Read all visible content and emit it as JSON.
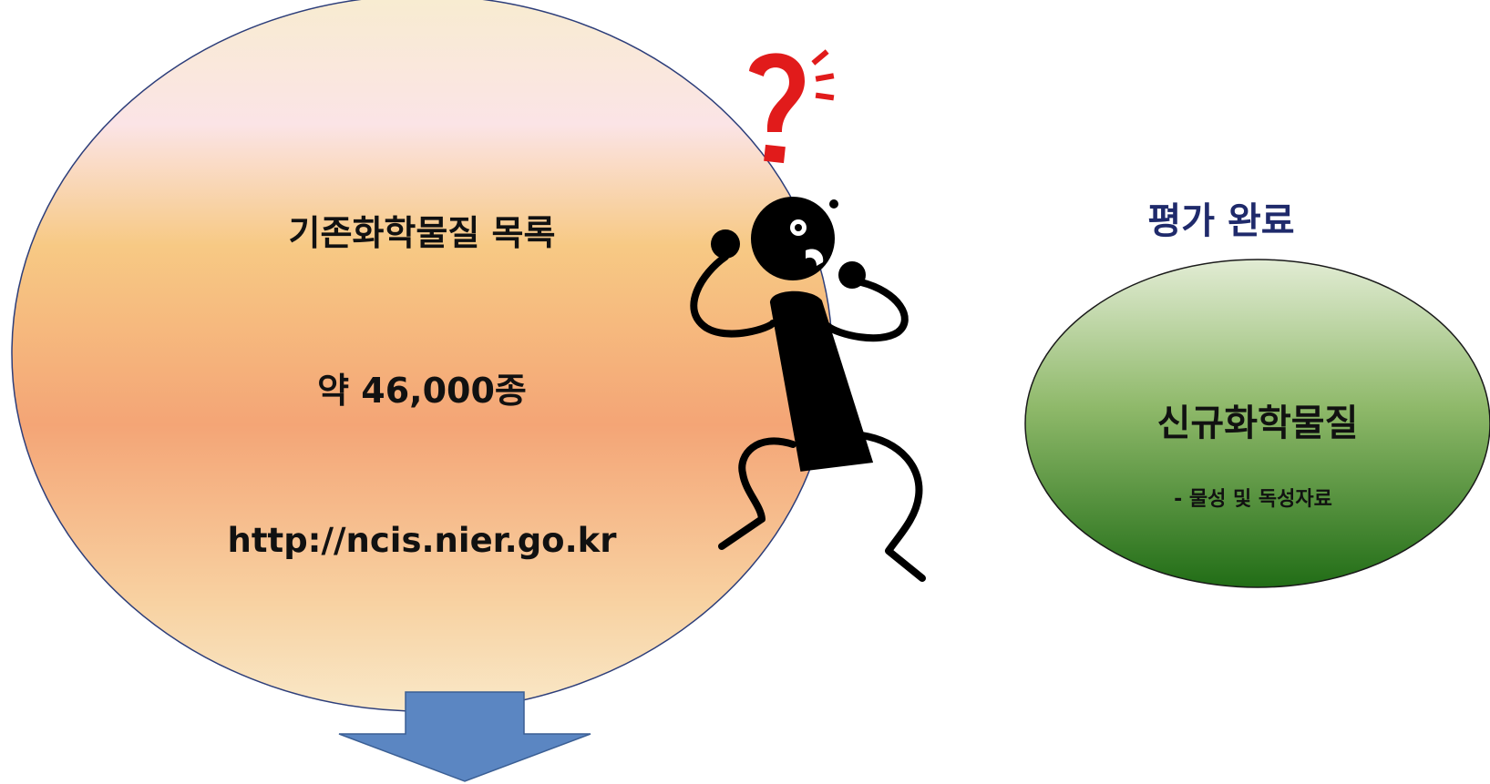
{
  "existing": {
    "title": "기존화학물질 목록",
    "count": "약 46,000종",
    "url": "http://ncis.nier.go.kr"
  },
  "evaluated": {
    "heading": "평가 완료",
    "title": "신규화학물질",
    "subtitle": "- 물성 및 독성자료"
  },
  "figure": {
    "question_mark": "?"
  },
  "colors": {
    "existing_top": "#f7ecd6",
    "existing_mid": "#f3b27f",
    "existing_bottom": "#f8dcb3",
    "evaluated_top": "#dfead0",
    "evaluated_bottom": "#2b7a1f",
    "arrow_fill": "#5b86c2",
    "eval_heading": "#1f2a6b",
    "question_mark": "#e11b1b"
  }
}
